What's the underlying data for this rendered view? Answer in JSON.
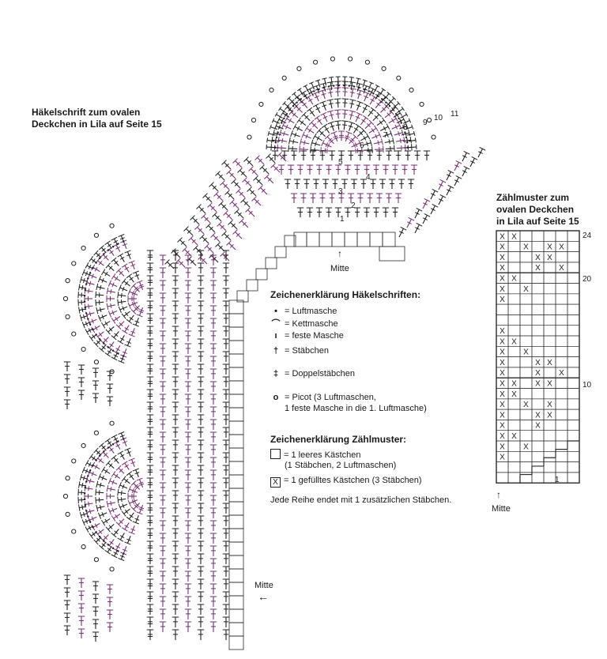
{
  "chart_title": [
    "Häkelschrift zum ovalen",
    "Deckchen in Lila auf Seite 15"
  ],
  "count_title": [
    "Zählmuster zum",
    "ovalen Deckchen",
    "in Lila auf Seite 15"
  ],
  "mitte_top": "Mitte",
  "mitte_side": "Mitte",
  "mitte_count": "Mitte",
  "round_numbers": [
    "1",
    "2",
    "3",
    "4",
    "5",
    "6",
    "7",
    "8",
    "9",
    "10",
    "11"
  ],
  "row_numbers": [
    "1",
    "10",
    "20",
    "24"
  ],
  "legend_crochet": {
    "heading": "Zeichenerklärung Häkelschriften:",
    "items": [
      {
        "symbol": "•",
        "text": "= Luftmasche"
      },
      {
        "symbol": "⌒",
        "text": "= Kettmasche"
      },
      {
        "symbol": "ı",
        "text": "= feste Masche"
      },
      {
        "symbol": "†",
        "text": "= Stäbchen"
      },
      {
        "symbol": "‡",
        "text": "= Doppelstäbchen"
      },
      {
        "symbol": "o",
        "text": "= Picot (3 Luftmaschen,",
        "text2": "1 feste Masche in die 1. Luftmasche)"
      }
    ]
  },
  "legend_count": {
    "heading": "Zeichenerklärung Zählmuster:",
    "items": [
      {
        "symbol": "",
        "text": "= 1 leeres Kästchen",
        "text2": "(1 Stäbchen, 2 Luftmaschen)"
      },
      {
        "symbol": "X",
        "text": "= 1 gefülltes Kästchen (3 Stäbchen)"
      }
    ],
    "note": "Jede Reihe endet mit 1 zusätzlichen Stäbchen."
  },
  "grid_marks": [
    [
      "X",
      "X",
      "",
      "",
      "",
      "",
      ""
    ],
    [
      "X",
      "",
      "X",
      "",
      "X",
      "X",
      ""
    ],
    [
      "X",
      "",
      "",
      "X",
      "X",
      "",
      ""
    ],
    [
      "X",
      "",
      "",
      "X",
      "",
      "X",
      ""
    ],
    [
      "X",
      "X",
      "",
      "",
      "",
      "",
      ""
    ],
    [
      "X",
      "",
      "X",
      "",
      "",
      "",
      ""
    ],
    [
      "X",
      "",
      "",
      "",
      "",
      "",
      ""
    ],
    [
      "",
      "",
      "",
      "",
      "",
      "",
      ""
    ],
    [
      "",
      "",
      "",
      "",
      "",
      "",
      ""
    ],
    [
      "X",
      "",
      "",
      "",
      "",
      "",
      ""
    ],
    [
      "X",
      "X",
      "",
      "",
      "",
      "",
      ""
    ],
    [
      "X",
      "",
      "X",
      "",
      "",
      "",
      ""
    ],
    [
      "X",
      "",
      "",
      "X",
      "X",
      "",
      ""
    ],
    [
      "X",
      "",
      "",
      "X",
      "",
      "X",
      ""
    ],
    [
      "X",
      "X",
      "",
      "X",
      "X",
      "",
      ""
    ],
    [
      "X",
      "X",
      "",
      "",
      "",
      "",
      ""
    ],
    [
      "X",
      "",
      "X",
      "",
      "X",
      "",
      ""
    ],
    [
      "X",
      "",
      "",
      "X",
      "X",
      "",
      ""
    ],
    [
      "X",
      "",
      "",
      "X",
      "",
      "",
      ""
    ],
    [
      "X",
      "X",
      "",
      "",
      "",
      "",
      ""
    ],
    [
      "X",
      "",
      "X",
      "",
      "",
      "",
      ""
    ],
    [
      "X",
      "",
      "",
      "",
      "",
      "",
      ""
    ],
    [
      "",
      "",
      "",
      "",
      "",
      "",
      ""
    ],
    [
      "",
      "",
      "",
      "",
      "",
      "",
      ""
    ]
  ],
  "colors": {
    "ink": "#1f1f1f",
    "purple": "#7a2e6e",
    "grid": "#2a2a2a"
  }
}
